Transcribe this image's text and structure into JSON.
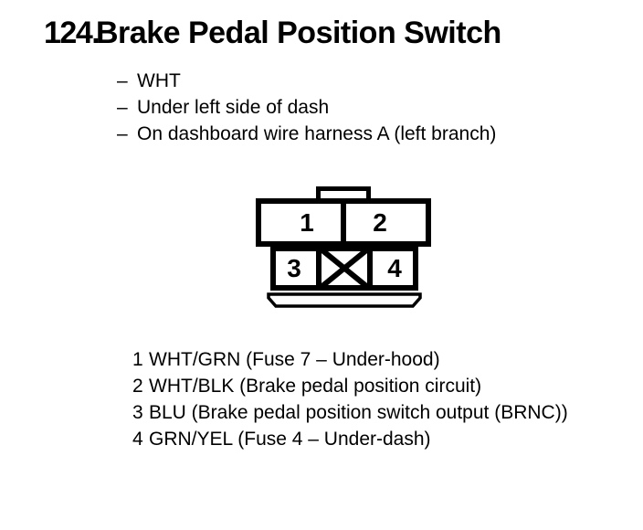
{
  "colors": {
    "ink": "#000000",
    "paper": "#ffffff"
  },
  "figure": {
    "number": "124.",
    "title": "Brake Pedal Position Switch"
  },
  "notes": {
    "bullet": "–",
    "items": [
      "WHT",
      "Under left side of dash",
      "On dashboard wire harness A (left branch)"
    ]
  },
  "connector": {
    "cavity_labels": {
      "c1": "1",
      "c2": "2",
      "c3": "3",
      "c4": "4"
    },
    "blocked_cavity_mark": "X"
  },
  "pins": {
    "rows": [
      {
        "pin": "1",
        "label": "WHT/GRN (Fuse 7 – Under-hood)"
      },
      {
        "pin": "2",
        "label": "WHT/BLK (Brake pedal position circuit)"
      },
      {
        "pin": "3",
        "label": "BLU (Brake pedal position switch output (BRNC))"
      },
      {
        "pin": "4",
        "label": "GRN/YEL (Fuse 4 – Under-dash)"
      }
    ]
  }
}
